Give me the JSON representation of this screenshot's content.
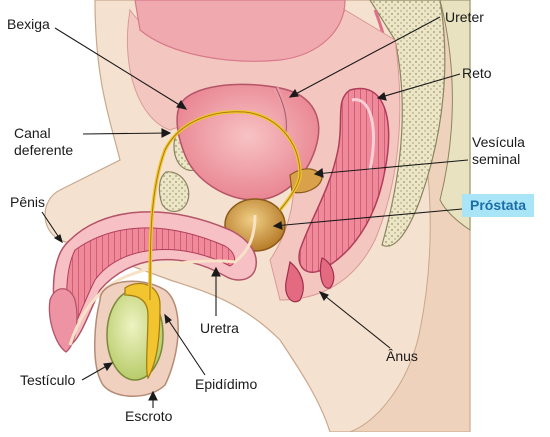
{
  "labels": {
    "bexiga": "Bexiga",
    "canal_deferente_1": "Canal",
    "canal_deferente_2": "deferente",
    "penis": "Pênis",
    "testiculo": "Testículo",
    "escroto": "Escroto",
    "epididimo": "Epidídimo",
    "uretra": "Uretra",
    "anus": "Ânus",
    "ureter": "Ureter",
    "reto": "Reto",
    "vesicula_1": "Vesícula",
    "vesicula_2": "seminal",
    "prostata": "Próstata"
  },
  "colors": {
    "highlight_bg": "#a9e4f7",
    "highlight_text": "#1b6fa8",
    "skin": "#f2dcc9",
    "tissue_pink": "#f4a9a8",
    "muscle_red": "#e0607a",
    "bone": "#ece8c8",
    "testis": "#d7e39a",
    "epididymis": "#f2c530",
    "prostate": "#d9a24a"
  }
}
